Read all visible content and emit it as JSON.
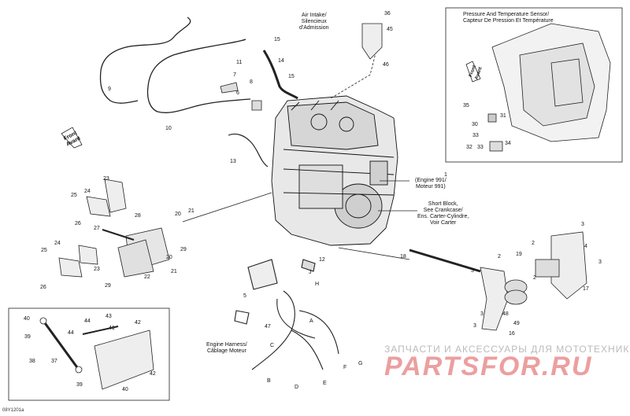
{
  "annotations": {
    "air_intake": [
      "Air Intake/",
      "Silencieux",
      "d'Admission"
    ],
    "pressure_sensor": [
      "Pressure And Temperature Sensor/",
      "Capteur De Pression Et Température"
    ],
    "engine": [
      "(Engine 991/",
      "Moteur 991)"
    ],
    "short_block": [
      "Short Block,",
      "See Crankcase/",
      "Ens. Carter-Cylindre,",
      "Voir Carter"
    ],
    "engine_harness": [
      "Engine Harness/",
      "Câblage Moteur"
    ],
    "front_avant": [
      "Front",
      "Avant"
    ]
  },
  "callouts": [
    {
      "id": "c36",
      "text": "36"
    },
    {
      "id": "c45",
      "text": "45"
    },
    {
      "id": "c46",
      "text": "46"
    },
    {
      "id": "c15",
      "text": "15"
    },
    {
      "id": "c14",
      "text": "14"
    },
    {
      "id": "c11",
      "text": "11"
    },
    {
      "id": "c15b",
      "text": "15"
    },
    {
      "id": "c7",
      "text": "7"
    },
    {
      "id": "c8",
      "text": "8"
    },
    {
      "id": "c6",
      "text": "6"
    },
    {
      "id": "c9",
      "text": "9"
    },
    {
      "id": "c10",
      "text": "10"
    },
    {
      "id": "c13",
      "text": "13"
    },
    {
      "id": "c1",
      "text": "1"
    },
    {
      "id": "c12",
      "text": "12"
    },
    {
      "id": "cJ",
      "text": "J"
    },
    {
      "id": "cH",
      "text": "H"
    },
    {
      "id": "c5",
      "text": "5"
    },
    {
      "id": "c47",
      "text": "47"
    },
    {
      "id": "cA",
      "text": "A"
    },
    {
      "id": "cC",
      "text": "C"
    },
    {
      "id": "cB",
      "text": "B"
    },
    {
      "id": "cD",
      "text": "D"
    },
    {
      "id": "cE",
      "text": "E"
    },
    {
      "id": "cF",
      "text": "F"
    },
    {
      "id": "cG",
      "text": "G"
    },
    {
      "id": "c18",
      "text": "18"
    },
    {
      "id": "c23",
      "text": "23"
    },
    {
      "id": "c24",
      "text": "24"
    },
    {
      "id": "c25",
      "text": "25"
    },
    {
      "id": "c26",
      "text": "26"
    },
    {
      "id": "c27",
      "text": "27"
    },
    {
      "id": "c28",
      "text": "28"
    },
    {
      "id": "c20",
      "text": "20"
    },
    {
      "id": "c21",
      "text": "21"
    },
    {
      "id": "c29",
      "text": "29"
    },
    {
      "id": "c25b",
      "text": "25"
    },
    {
      "id": "c24b",
      "text": "24"
    },
    {
      "id": "c23b",
      "text": "23"
    },
    {
      "id": "c26b",
      "text": "26"
    },
    {
      "id": "c22",
      "text": "22"
    },
    {
      "id": "c29b",
      "text": "29"
    },
    {
      "id": "c20b",
      "text": "20"
    },
    {
      "id": "c21b",
      "text": "21"
    },
    {
      "id": "c35",
      "text": "35"
    },
    {
      "id": "c31",
      "text": "31"
    },
    {
      "id": "c30",
      "text": "30"
    },
    {
      "id": "c33",
      "text": "33"
    },
    {
      "id": "c32",
      "text": "32"
    },
    {
      "id": "c33b",
      "text": "33"
    },
    {
      "id": "c34",
      "text": "34"
    },
    {
      "id": "c3a",
      "text": "3"
    },
    {
      "id": "c2a",
      "text": "2"
    },
    {
      "id": "c4",
      "text": "4"
    },
    {
      "id": "c3b",
      "text": "3"
    },
    {
      "id": "c19",
      "text": "19"
    },
    {
      "id": "c2b",
      "text": "2"
    },
    {
      "id": "c3c",
      "text": "3"
    },
    {
      "id": "c17",
      "text": "17"
    },
    {
      "id": "c2c",
      "text": "2"
    },
    {
      "id": "c3d",
      "text": "3"
    },
    {
      "id": "c48",
      "text": "48"
    },
    {
      "id": "c49",
      "text": "49"
    },
    {
      "id": "c3e",
      "text": "3"
    },
    {
      "id": "c16",
      "text": "16"
    },
    {
      "id": "c40",
      "text": "40"
    },
    {
      "id": "c39",
      "text": "39"
    },
    {
      "id": "c44",
      "text": "44"
    },
    {
      "id": "c43",
      "text": "43"
    },
    {
      "id": "c42",
      "text": "42"
    },
    {
      "id": "c41",
      "text": "41"
    },
    {
      "id": "c44b",
      "text": "44"
    },
    {
      "id": "c38",
      "text": "38"
    },
    {
      "id": "c37",
      "text": "37"
    },
    {
      "id": "c39b",
      "text": "39"
    },
    {
      "id": "c42b",
      "text": "42"
    },
    {
      "id": "c40b",
      "text": "40"
    }
  ],
  "watermark": {
    "line1": "ЗАПЧАСТИ И АКСЕССУАРЫ ДЛЯ МОТОТЕХНИКИ",
    "line2": "PARTSFOR.RU"
  },
  "reference": "08Y1201a"
}
